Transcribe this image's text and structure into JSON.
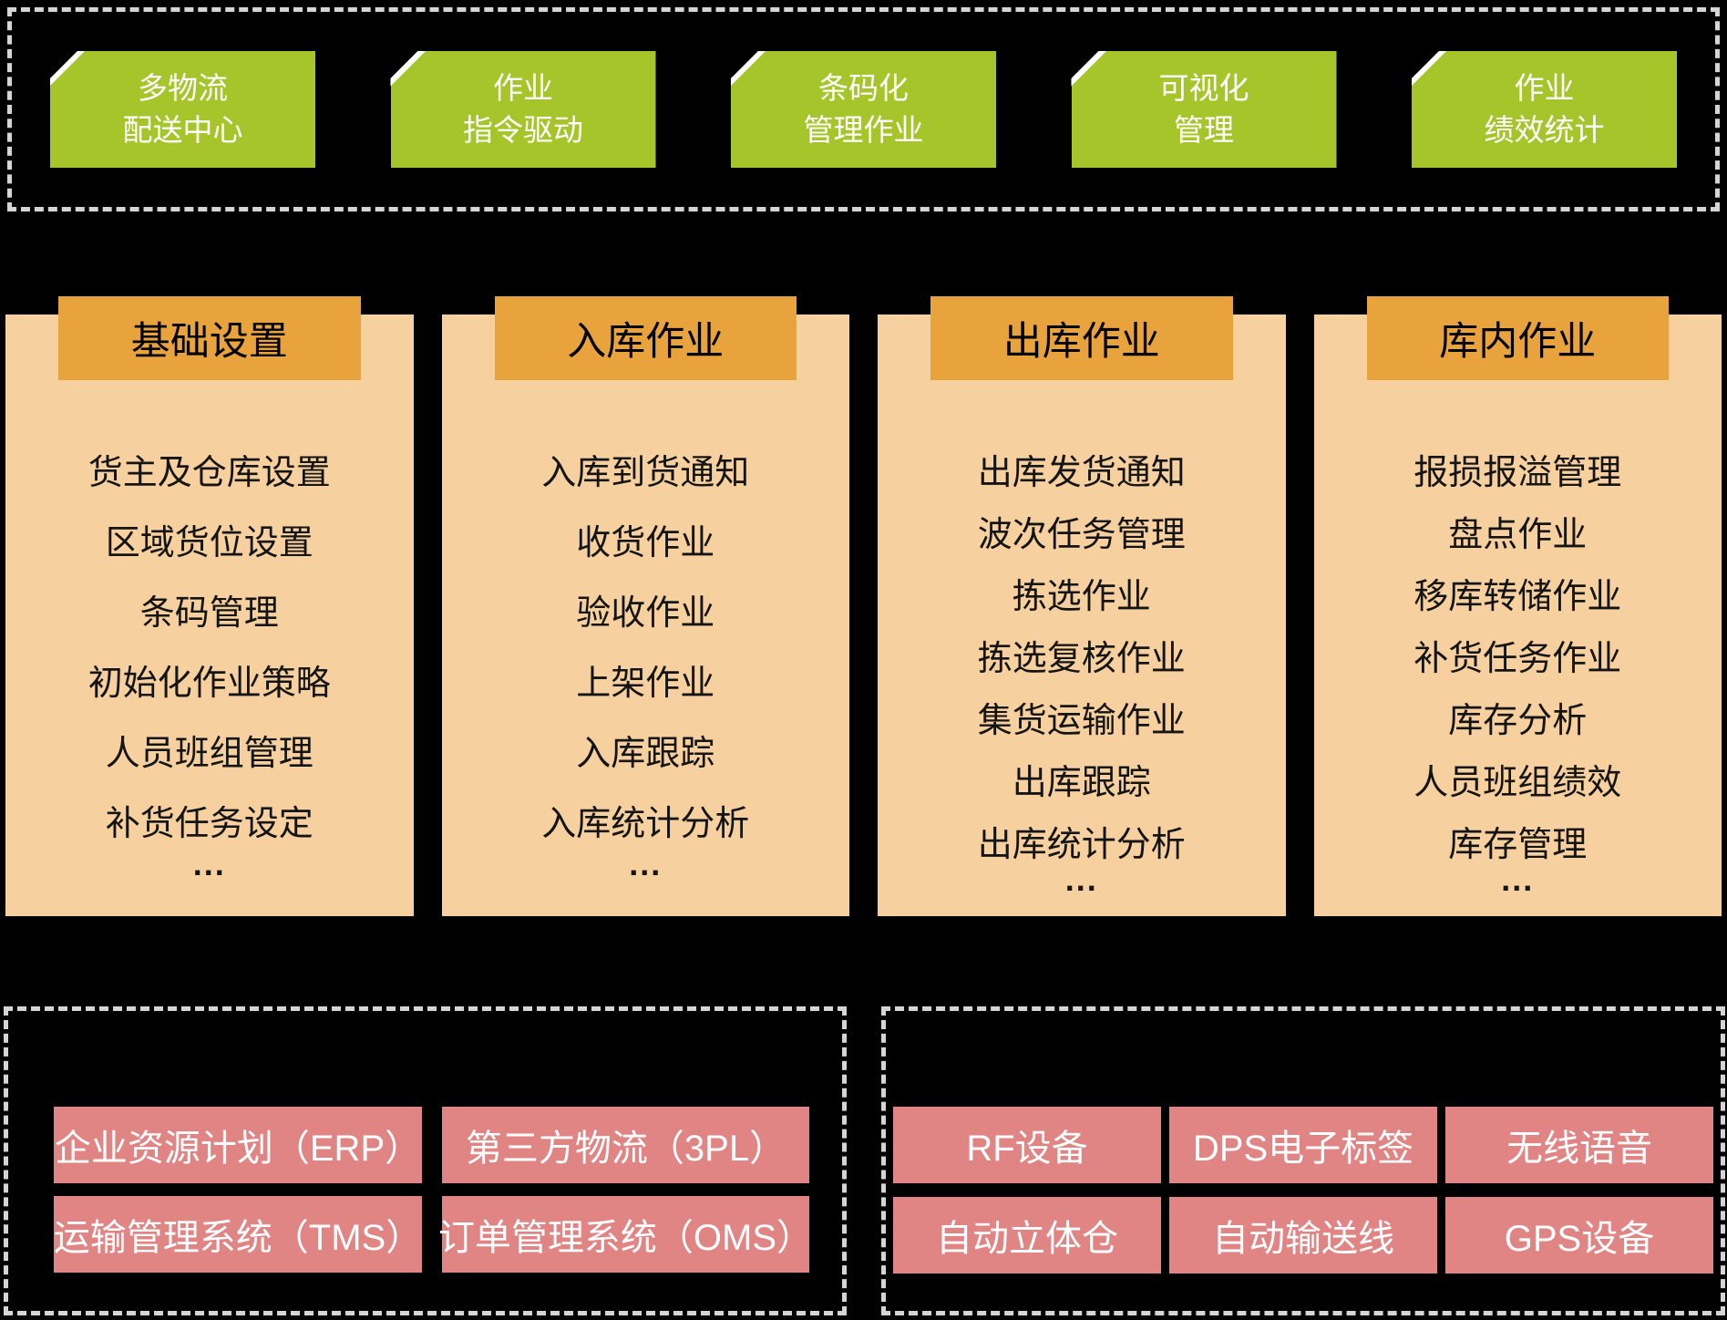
{
  "colors": {
    "green": "#a6c52a",
    "orange": "#e9a33c",
    "peach": "#f6d09e",
    "pink": "#e18484",
    "dash": "#d5d5d5",
    "text_dark": "#141414",
    "text_light": "#ffffff",
    "background": "#000000"
  },
  "top_features": {
    "items": [
      {
        "line1": "多物流",
        "line2": "配送中心"
      },
      {
        "line1": "作业",
        "line2": "指令驱动"
      },
      {
        "line1": "条码化",
        "line2": "管理作业"
      },
      {
        "line1": "可视化",
        "line2": "管理"
      },
      {
        "line1": "作业",
        "line2": "绩效统计"
      }
    ]
  },
  "modules": [
    {
      "title": "基础设置",
      "items": [
        "货主及仓库设置",
        "区域货位设置",
        "条码管理",
        "初始化作业策略",
        "人员班组管理",
        "补货任务设定"
      ],
      "ellipsis": "..."
    },
    {
      "title": "入库作业",
      "items": [
        "入库到货通知",
        "收货作业",
        "验收作业",
        "上架作业",
        "入库跟踪",
        "入库统计分析"
      ],
      "ellipsis": "..."
    },
    {
      "title": "出库作业",
      "items": [
        "出库发货通知",
        "波次任务管理",
        "拣选作业",
        "拣选复核作业",
        "集货运输作业",
        "出库跟踪",
        "出库统计分析"
      ],
      "ellipsis": "..."
    },
    {
      "title": "库内作业",
      "items": [
        "报损报溢管理",
        "盘点作业",
        "移库转储作业",
        "补货任务作业",
        "库存分析",
        "人员班组绩效",
        "库存管理"
      ],
      "ellipsis": "..."
    }
  ],
  "bottom_left": {
    "items": [
      "企业资源计划（ERP）",
      "第三方物流（3PL）",
      "运输管理系统（TMS）",
      "订单管理系统（OMS）"
    ]
  },
  "bottom_right": {
    "items": [
      "RF设备",
      "DPS电子标签",
      "无线语音",
      "自动立体仓",
      "自动输送线",
      "GPS设备"
    ]
  }
}
